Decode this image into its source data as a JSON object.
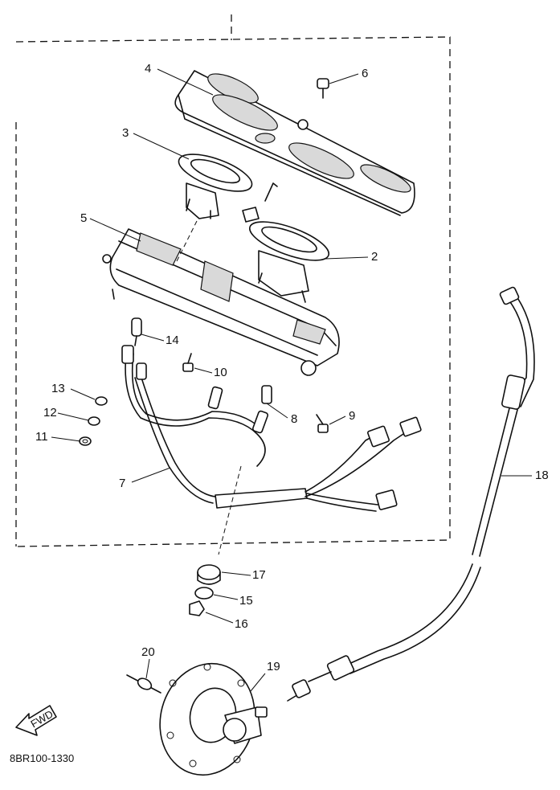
{
  "parts": [
    {
      "id": "part-1",
      "label": ""
    },
    {
      "id": "part-2",
      "label": "2"
    },
    {
      "id": "part-3",
      "label": "3"
    },
    {
      "id": "part-4",
      "label": "4"
    },
    {
      "id": "part-5",
      "label": "5"
    },
    {
      "id": "part-6",
      "label": "6"
    },
    {
      "id": "part-7",
      "label": "7"
    },
    {
      "id": "part-8",
      "label": "8"
    },
    {
      "id": "part-9",
      "label": "9"
    },
    {
      "id": "part-10",
      "label": "10"
    },
    {
      "id": "part-11",
      "label": "11"
    },
    {
      "id": "part-12",
      "label": "12"
    },
    {
      "id": "part-13",
      "label": "13"
    },
    {
      "id": "part-14",
      "label": "14"
    },
    {
      "id": "part-15",
      "label": "15"
    },
    {
      "id": "part-16",
      "label": "16"
    },
    {
      "id": "part-17",
      "label": "17"
    },
    {
      "id": "part-18",
      "label": "18"
    },
    {
      "id": "part-19",
      "label": "19"
    },
    {
      "id": "part-20",
      "label": "20"
    }
  ],
  "labels": {
    "l2": "2",
    "l3": "3",
    "l4": "4",
    "l5": "5",
    "l6": "6",
    "l7": "7",
    "l8": "8",
    "l9": "9",
    "l10": "10",
    "l11": "11",
    "l12": "12",
    "l13": "13",
    "l14": "14",
    "l15": "15",
    "l16": "16",
    "l17": "17",
    "l18": "18",
    "l19": "19",
    "l20": "20"
  },
  "direction_arrow": "FWD",
  "drawing_code": "8BR100-1330"
}
